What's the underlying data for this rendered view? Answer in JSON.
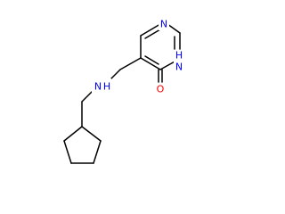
{
  "molecule": {
    "atoms": {
      "pyrimidine_n_top": "N",
      "ring_nh": "H",
      "ring_nh_n": "N",
      "carbonyl_o": "O",
      "amine_nh": "H",
      "amine_nh_n": "N"
    },
    "colors": {
      "nitrogen": "#0000ff",
      "oxygen": "#ff0000",
      "bond": "#000000",
      "background": "#ffffff"
    }
  }
}
